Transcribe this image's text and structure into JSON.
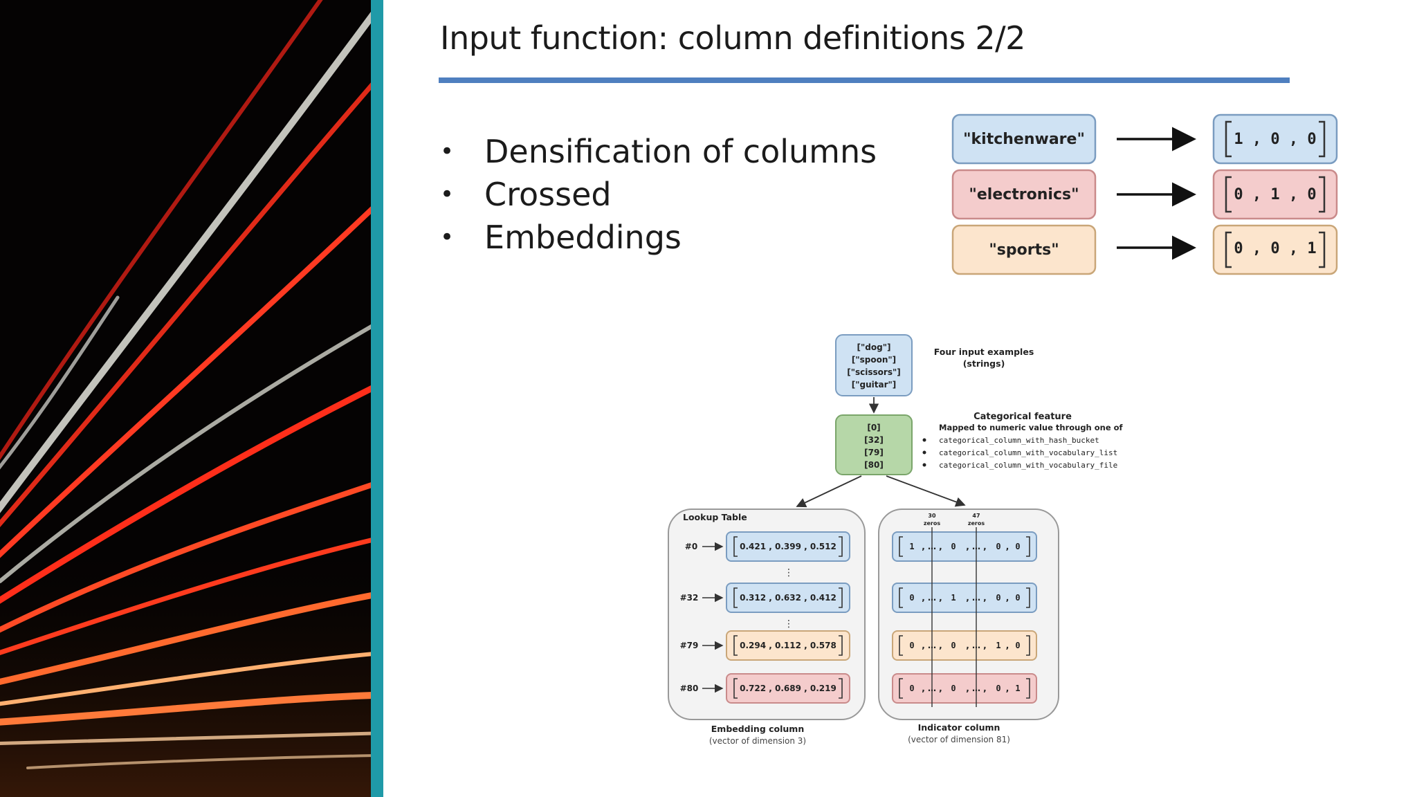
{
  "slide": {
    "title": "Input function: column definitions 2/2",
    "bullets": [
      "Densification of columns",
      "Crossed",
      "Embeddings"
    ]
  },
  "one_hot": {
    "rows": [
      {
        "label": "\"kitchenware\"",
        "vector": "1 , 0 , 0",
        "fill": "#cfe2f3",
        "stroke": "#7a9cc0"
      },
      {
        "label": "\"electronics\"",
        "vector": "0 , 1 , 0",
        "fill": "#f4cccc",
        "stroke": "#c98a8a"
      },
      {
        "label": "\"sports\"",
        "vector": "0 , 0 , 1",
        "fill": "#fce5cd",
        "stroke": "#c9a678"
      }
    ]
  },
  "diagram": {
    "input_box": [
      "[\"dog\"]",
      "[\"spoon\"]",
      "[\"scissors\"]",
      "[\"guitar\"]"
    ],
    "input_note": [
      "Four input examples",
      "(strings)"
    ],
    "cat_box": [
      "[0]",
      "[32]",
      "[79]",
      "[80]"
    ],
    "cat_note_title": "Categorical feature",
    "cat_note_sub": "Mapped to numeric value through one of",
    "cat_note_items": [
      "categorical_column_with_hash_bucket",
      "categorical_column_with_vocabulary_list",
      "categorical_column_with_vocabulary_file"
    ],
    "lookup_title": "Lookup Table",
    "zeros_labels": [
      [
        "30",
        "zeros"
      ],
      [
        "47",
        "zeros"
      ]
    ],
    "embedding_rows": [
      {
        "index": "#0",
        "values": "0.421 , 0.399 , 0.512",
        "fill": "#cfe2f3",
        "stroke": "#7a9cc0"
      },
      {
        "index": "#32",
        "values": "0.312 , 0.632 , 0.412",
        "fill": "#cfe2f3",
        "stroke": "#7a9cc0"
      },
      {
        "index": "#79",
        "values": "0.294 , 0.112 , 0.578",
        "fill": "#fce5cd",
        "stroke": "#c9a678"
      },
      {
        "index": "#80",
        "values": "0.722 , 0.689 , 0.219",
        "fill": "#f4cccc",
        "stroke": "#c98a8a"
      }
    ],
    "indicator_rows": [
      {
        "c1": "1",
        "c2": "0",
        "c3": "0",
        "c4": "0",
        "fill": "#cfe2f3",
        "stroke": "#7a9cc0"
      },
      {
        "c1": "0",
        "c2": "1",
        "c3": "0",
        "c4": "0",
        "fill": "#cfe2f3",
        "stroke": "#7a9cc0"
      },
      {
        "c1": "0",
        "c2": "0",
        "c3": "1",
        "c4": "0",
        "fill": "#fce5cd",
        "stroke": "#c9a678"
      },
      {
        "c1": "0",
        "c2": "0",
        "c3": "0",
        "c4": "1",
        "fill": "#f4cccc",
        "stroke": "#c98a8a"
      }
    ],
    "embedding_caption": [
      "Embedding column",
      "(vector of dimension 3)"
    ],
    "indicator_caption": [
      "Indicator column",
      "(vector of dimension 81)"
    ]
  },
  "colors": {
    "teal_bar": "#1f9aa8",
    "title_rule": "#4f7fbf",
    "input_box": "#cfe2f3",
    "cat_box": "#b6d7a8",
    "panel": "#f3f3f3"
  }
}
